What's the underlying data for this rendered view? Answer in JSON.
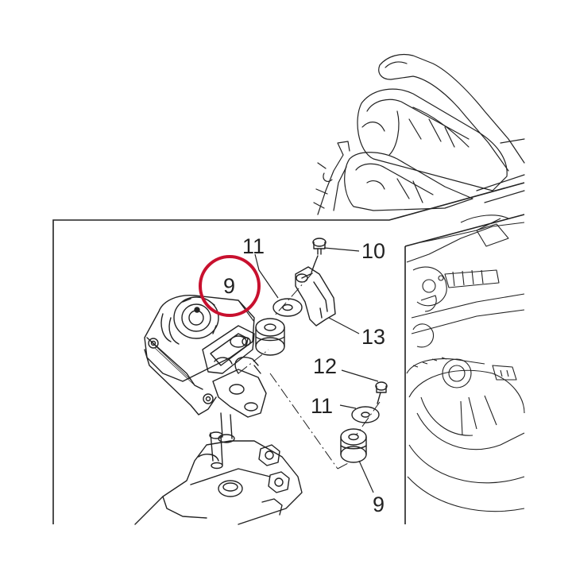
{
  "callouts": {
    "part_9_top": "9",
    "part_11_top": "11",
    "part_10": "10",
    "part_13": "13",
    "part_12": "12",
    "part_11_bottom": "11",
    "part_9_bottom": "9"
  },
  "colors": {
    "highlight_circle": "#c8102e",
    "line_art": "#222222"
  },
  "highlighted_part": "9"
}
